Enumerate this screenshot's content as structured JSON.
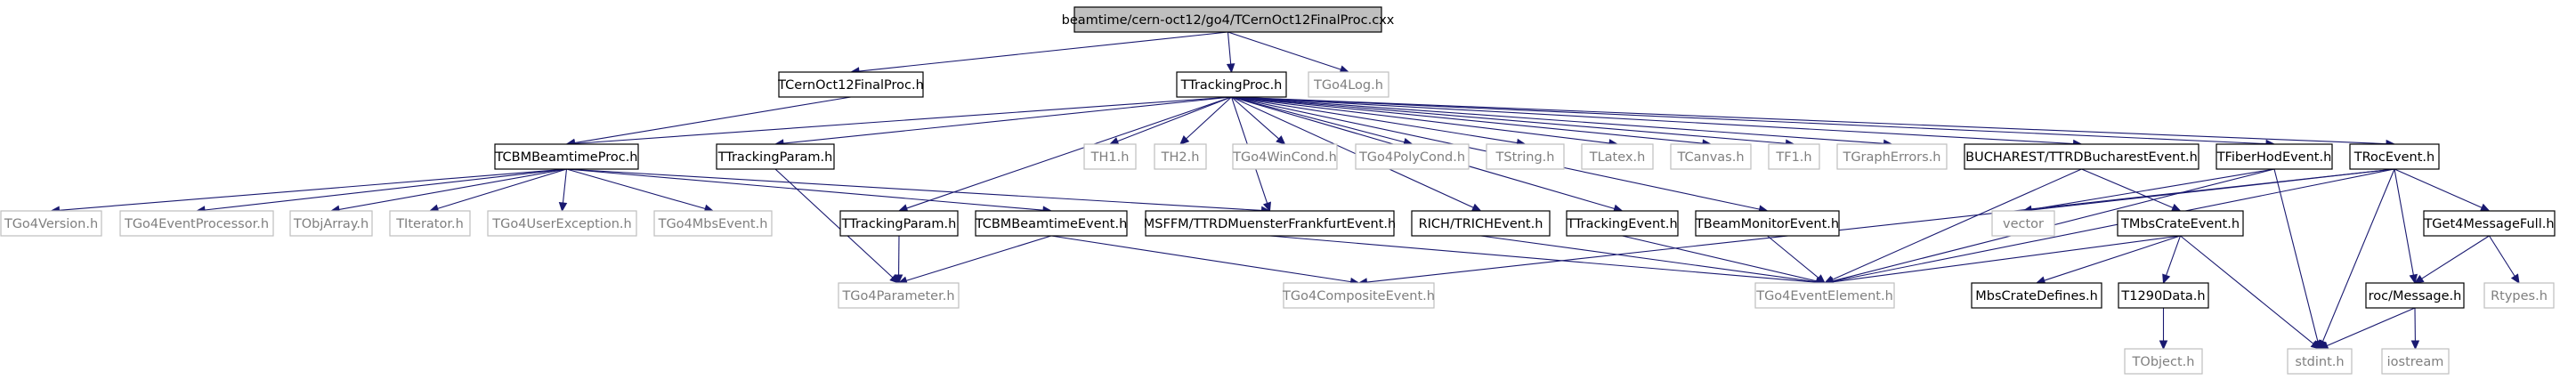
{
  "diagram_title": "",
  "colors": {
    "edge": "#191970",
    "root_fill": "#bfbfbf",
    "node_fill": "#ffffff",
    "node_stroke": "#000000",
    "ext_stroke": "#bfbfbf",
    "label": "#000000",
    "ext_label": "#7f7f7f"
  },
  "nodes": [
    {
      "id": "root",
      "label": "beamtime/cern-oct12/go4/TCernOct12FinalProc.cxx",
      "kind": "root"
    },
    {
      "id": "cernproc",
      "label": "TCernOct12FinalProc.h",
      "kind": "local"
    },
    {
      "id": "tracking",
      "label": "TTrackingProc.h",
      "kind": "local"
    },
    {
      "id": "go4log",
      "label": "TGo4Log.h",
      "kind": "external"
    },
    {
      "id": "cbmproc",
      "label": "TCBMBeamtimeProc.h",
      "kind": "local"
    },
    {
      "id": "trackparam1",
      "label": "TTrackingParam.h",
      "kind": "local"
    },
    {
      "id": "th1",
      "label": "TH1.h",
      "kind": "external"
    },
    {
      "id": "th2",
      "label": "TH2.h",
      "kind": "external"
    },
    {
      "id": "wincond",
      "label": "TGo4WinCond.h",
      "kind": "external"
    },
    {
      "id": "polycond",
      "label": "TGo4PolyCond.h",
      "kind": "external"
    },
    {
      "id": "tstring",
      "label": "TString.h",
      "kind": "external"
    },
    {
      "id": "tlatex",
      "label": "TLatex.h",
      "kind": "external"
    },
    {
      "id": "tcanvas",
      "label": "TCanvas.h",
      "kind": "external"
    },
    {
      "id": "tf1",
      "label": "TF1.h",
      "kind": "external"
    },
    {
      "id": "tgrapherr",
      "label": "TGraphErrors.h",
      "kind": "external"
    },
    {
      "id": "bucharest",
      "label": "BUCHAREST/TTRDBucharestEvent.h",
      "kind": "local"
    },
    {
      "id": "fiberhod",
      "label": "TFiberHodEvent.h",
      "kind": "local"
    },
    {
      "id": "rocevent",
      "label": "TRocEvent.h",
      "kind": "local"
    },
    {
      "id": "go4version",
      "label": "TGo4Version.h",
      "kind": "external"
    },
    {
      "id": "go4evproc",
      "label": "TGo4EventProcessor.h",
      "kind": "external"
    },
    {
      "id": "tobjarray",
      "label": "TObjArray.h",
      "kind": "external"
    },
    {
      "id": "titerator",
      "label": "TIterator.h",
      "kind": "external"
    },
    {
      "id": "userexc",
      "label": "TGo4UserException.h",
      "kind": "external"
    },
    {
      "id": "mbsevent",
      "label": "TGo4MbsEvent.h",
      "kind": "external"
    },
    {
      "id": "trackparam2",
      "label": "TTrackingParam.h",
      "kind": "local"
    },
    {
      "id": "cbmevent",
      "label": "TCBMBeamtimeEvent.h",
      "kind": "local"
    },
    {
      "id": "msffm",
      "label": "MSFFM/TTRDMuensterFrankfurtEvent.h",
      "kind": "local"
    },
    {
      "id": "rich",
      "label": "RICH/TRICHEvent.h",
      "kind": "local"
    },
    {
      "id": "trackevent",
      "label": "TTrackingEvent.h",
      "kind": "local"
    },
    {
      "id": "beammon",
      "label": "TBeamMonitorEvent.h",
      "kind": "local"
    },
    {
      "id": "vector",
      "label": "vector",
      "kind": "external"
    },
    {
      "id": "mbscrate",
      "label": "TMbsCrateEvent.h",
      "kind": "local"
    },
    {
      "id": "get4msgfull",
      "label": "TGet4MessageFull.h",
      "kind": "local"
    },
    {
      "id": "go4param",
      "label": "TGo4Parameter.h",
      "kind": "external"
    },
    {
      "id": "composite",
      "label": "TGo4CompositeEvent.h",
      "kind": "external"
    },
    {
      "id": "evelement",
      "label": "TGo4EventElement.h",
      "kind": "external"
    },
    {
      "id": "mbsdefs",
      "label": "MbsCrateDefines.h",
      "kind": "local"
    },
    {
      "id": "t1290",
      "label": "T1290Data.h",
      "kind": "local"
    },
    {
      "id": "rocmsg",
      "label": "roc/Message.h",
      "kind": "local"
    },
    {
      "id": "rtypes",
      "label": "Rtypes.h",
      "kind": "external"
    },
    {
      "id": "tobject",
      "label": "TObject.h",
      "kind": "external"
    },
    {
      "id": "stdint",
      "label": "stdint.h",
      "kind": "external"
    },
    {
      "id": "iostream",
      "label": "iostream",
      "kind": "external"
    }
  ],
  "edges": [
    [
      "root",
      "cernproc"
    ],
    [
      "root",
      "tracking"
    ],
    [
      "root",
      "go4log"
    ],
    [
      "cernproc",
      "cbmproc"
    ],
    [
      "tracking",
      "cbmproc"
    ],
    [
      "tracking",
      "trackparam1"
    ],
    [
      "tracking",
      "th1"
    ],
    [
      "tracking",
      "th2"
    ],
    [
      "tracking",
      "wincond"
    ],
    [
      "tracking",
      "polycond"
    ],
    [
      "tracking",
      "tstring"
    ],
    [
      "tracking",
      "tlatex"
    ],
    [
      "tracking",
      "tcanvas"
    ],
    [
      "tracking",
      "tf1"
    ],
    [
      "tracking",
      "tgrapherr"
    ],
    [
      "tracking",
      "bucharest"
    ],
    [
      "tracking",
      "fiberhod"
    ],
    [
      "tracking",
      "rocevent"
    ],
    [
      "tracking",
      "trackparam2"
    ],
    [
      "tracking",
      "msffm"
    ],
    [
      "tracking",
      "rich"
    ],
    [
      "tracking",
      "trackevent"
    ],
    [
      "tracking",
      "beammon"
    ],
    [
      "cbmproc",
      "go4version"
    ],
    [
      "cbmproc",
      "go4evproc"
    ],
    [
      "cbmproc",
      "tobjarray"
    ],
    [
      "cbmproc",
      "titerator"
    ],
    [
      "cbmproc",
      "userexc"
    ],
    [
      "cbmproc",
      "mbsevent"
    ],
    [
      "cbmproc",
      "cbmevent"
    ],
    [
      "cbmproc",
      "msffm"
    ],
    [
      "trackparam1",
      "go4param"
    ],
    [
      "trackparam2",
      "go4param"
    ],
    [
      "cbmevent",
      "go4param"
    ],
    [
      "cbmevent",
      "composite"
    ],
    [
      "msffm",
      "evelement"
    ],
    [
      "rich",
      "evelement"
    ],
    [
      "trackevent",
      "evelement"
    ],
    [
      "beammon",
      "evelement"
    ],
    [
      "bucharest",
      "evelement"
    ],
    [
      "bucharest",
      "mbscrate"
    ],
    [
      "fiberhod",
      "vector"
    ],
    [
      "fiberhod",
      "evelement"
    ],
    [
      "fiberhod",
      "stdint"
    ],
    [
      "rocevent",
      "vector"
    ],
    [
      "rocevent",
      "evelement"
    ],
    [
      "rocevent",
      "get4msgfull"
    ],
    [
      "rocevent",
      "rocmsg"
    ],
    [
      "rocevent",
      "stdint"
    ],
    [
      "rocevent",
      "composite"
    ],
    [
      "mbscrate",
      "evelement"
    ],
    [
      "mbscrate",
      "mbsdefs"
    ],
    [
      "mbscrate",
      "t1290"
    ],
    [
      "mbscrate",
      "stdint"
    ],
    [
      "t1290",
      "tobject"
    ],
    [
      "get4msgfull",
      "rocmsg"
    ],
    [
      "get4msgfull",
      "rtypes"
    ],
    [
      "rocmsg",
      "stdint"
    ],
    [
      "rocmsg",
      "iostream"
    ]
  ]
}
